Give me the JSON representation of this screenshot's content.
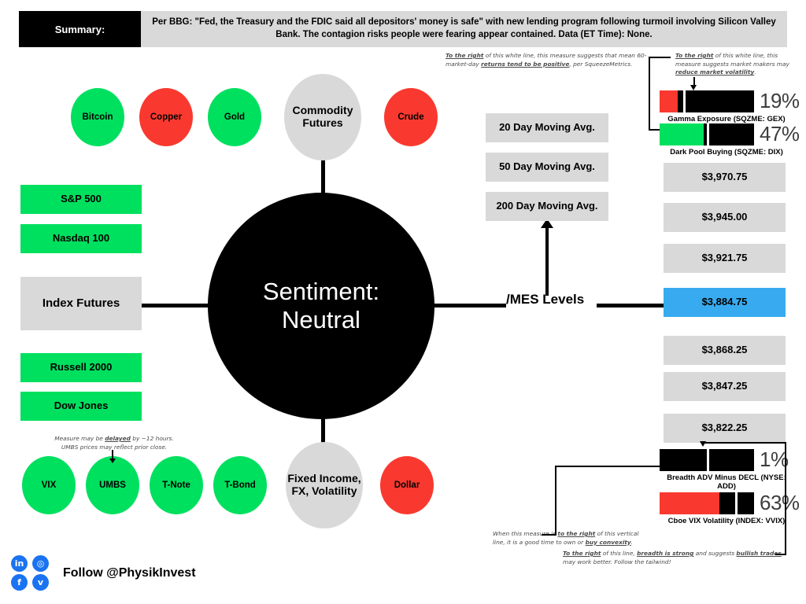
{
  "summary": {
    "label": "Summary:",
    "text": "Per BBG: \"Fed, the Treasury and the FDIC said all depositors' money is safe\" with new lending program following turmoil involving Silicon Valley Bank. The contagion risks people were fearing appear contained. Data (ET Time): None."
  },
  "hub": {
    "line1": "Sentiment:",
    "line2": "Neutral",
    "full": "Sentiment: Neutral"
  },
  "commodities": {
    "group_label": "Commodity Futures",
    "items": [
      {
        "label": "Bitcoin",
        "state": "green"
      },
      {
        "label": "Copper",
        "state": "red"
      },
      {
        "label": "Gold",
        "state": "green"
      },
      {
        "label": "Crude",
        "state": "red"
      }
    ]
  },
  "index_futures": {
    "group_label": "Index Futures",
    "items": [
      {
        "label": "S&P 500",
        "state": "green"
      },
      {
        "label": "Nasdaq 100",
        "state": "green"
      },
      {
        "label": "Russell 2000",
        "state": "green"
      },
      {
        "label": "Dow Jones",
        "state": "green"
      }
    ]
  },
  "fixed_income": {
    "group_label": "Fixed Income, FX, Volatility",
    "items": [
      {
        "label": "VIX",
        "state": "green"
      },
      {
        "label": "UMBS",
        "state": "green"
      },
      {
        "label": "T-Note",
        "state": "green"
      },
      {
        "label": "T-Bond",
        "state": "green"
      },
      {
        "label": "Dollar",
        "state": "red"
      }
    ]
  },
  "moving_averages": [
    {
      "label": "20 Day Moving Avg."
    },
    {
      "label": "50 Day Moving Avg."
    },
    {
      "label": "200 Day Moving Avg."
    }
  ],
  "mes": {
    "label": "/MES Levels",
    "levels": [
      {
        "value": "$3,970.75",
        "highlight": false
      },
      {
        "value": "$3,945.00",
        "highlight": false
      },
      {
        "value": "$3,921.75",
        "highlight": false
      },
      {
        "value": "$3,884.75",
        "highlight": true
      },
      {
        "value": "$3,868.25",
        "highlight": false
      },
      {
        "value": "$3,847.25",
        "highlight": false
      },
      {
        "value": "$3,822.25",
        "highlight": false
      }
    ]
  },
  "gauges": [
    {
      "id": "gex",
      "caption": "Gamma Exposure (SQZME: GEX)",
      "percent_label": "19%",
      "percent": 19,
      "fill_color": "#F9392F",
      "marker_pct": 25
    },
    {
      "id": "dix",
      "caption": "Dark Pool Buying (SQZME: DIX)",
      "percent_label": "47%",
      "percent": 47,
      "fill_color": "#00E05F",
      "marker_pct": 50
    },
    {
      "id": "add",
      "caption": "Breadth ADV Minus DECL (NYSE: ADD)",
      "percent_label": "1%",
      "percent": 1,
      "fill_color": "#000000",
      "marker_pct": 50
    },
    {
      "id": "vvix",
      "caption": "Cboe VIX Volatility (INDEX: VVIX)",
      "percent_label": "63%",
      "percent": 63,
      "fill_color": "#F9392F",
      "marker_pct": 80
    }
  ],
  "notes": {
    "dix": "To the right of this white line, this measure suggests that mean 60-market-day returns tend to be positive, per SqueezeMetrics.",
    "gex": "To the right of this white line, this measure suggests market makers may reduce market volatility.",
    "vvix": "When this measure is to the right of this vertical line, it is a good time to own or buy convexity.",
    "add": "To the right of this line, breadth is strong and suggests bullish trades may work better. Follow the tailwind!",
    "umbs": "Measure may be delayed by ~12 hours. UMBS prices may reflect prior close."
  },
  "footer": {
    "follow": "Follow @PhysikInvest",
    "socials": [
      {
        "name": "linkedin-icon",
        "glyph": "in"
      },
      {
        "name": "instagram-icon",
        "glyph": "◎"
      },
      {
        "name": "facebook-icon",
        "glyph": "f"
      },
      {
        "name": "twitter-icon",
        "glyph": "ᴠ"
      }
    ]
  },
  "colors": {
    "green": "#00E05F",
    "red": "#F9392F",
    "gray": "#d9d9d9",
    "blue": "#38ABF0",
    "black": "#000000"
  }
}
